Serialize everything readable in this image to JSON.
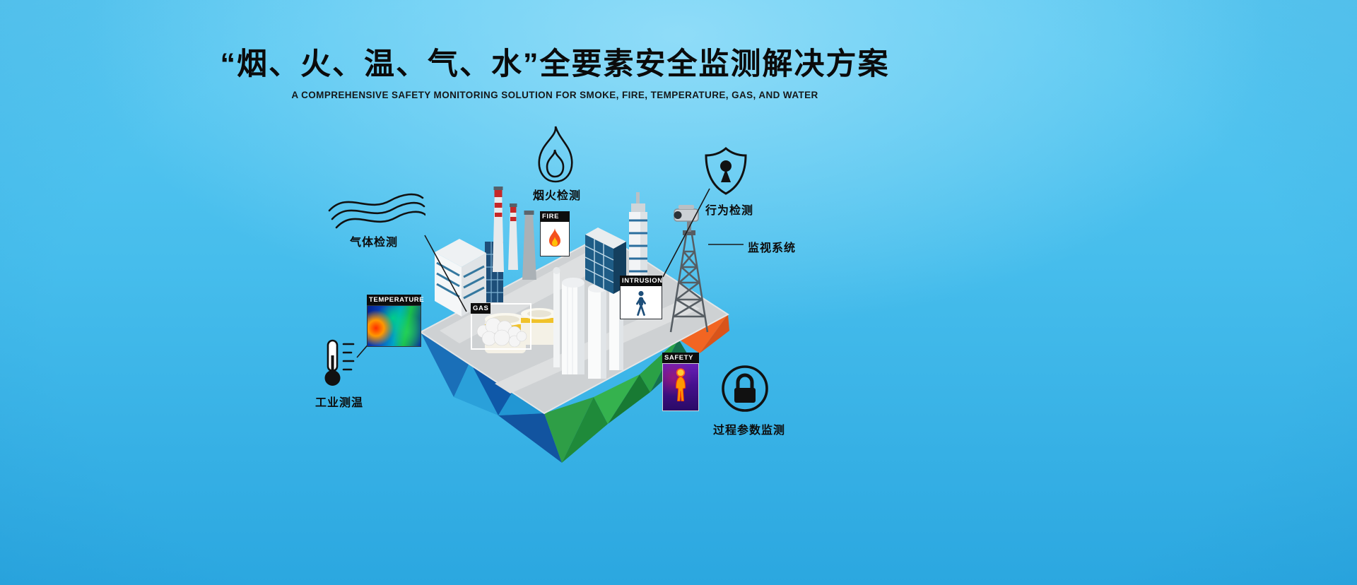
{
  "banner": {
    "title": "“烟、火、温、气、水”全要素安全监测解决方案",
    "subtitle": "A COMPREHENSIVE SAFETY MONITORING SOLUTION FOR SMOKE, FIRE, TEMPERATURE, GAS, AND WATER"
  },
  "callouts": {
    "gas": {
      "label": "气体检测",
      "icon": "smoke-waves-icon"
    },
    "smoke_fire": {
      "label": "烟火检测",
      "icon": "flame-drop-icon"
    },
    "behavior": {
      "label": "行为检测",
      "icon": "shield-keyhole-icon"
    },
    "surveillance": {
      "label": "监视系统",
      "icon": "ptz-camera-icon"
    },
    "industrial_temp": {
      "label": "工业测温",
      "icon": "thermometer-icon"
    },
    "process_params": {
      "label": "过程参数监测",
      "icon": "lock-circle-icon"
    }
  },
  "scene_tags": {
    "temperature": "TEMPERATURE",
    "fire": "FIRE",
    "gas": "GAS",
    "intrusion": "INTRUSION",
    "safety": "SAFETY"
  },
  "colors": {
    "background_top": "#8fdcf8",
    "background_bottom": "#2ba7e0",
    "title_text": "#0b0b0b",
    "tag_background": "#0d0d0d",
    "tag_text": "#ffffff",
    "island_top": "#ced1d3",
    "island_orange": "#f26522",
    "island_green": "#2e9e46",
    "island_blue": "#1565c0",
    "flame_orange": "#f4511e",
    "flame_yellow": "#ffc107",
    "chimney_red": "#c62828"
  }
}
